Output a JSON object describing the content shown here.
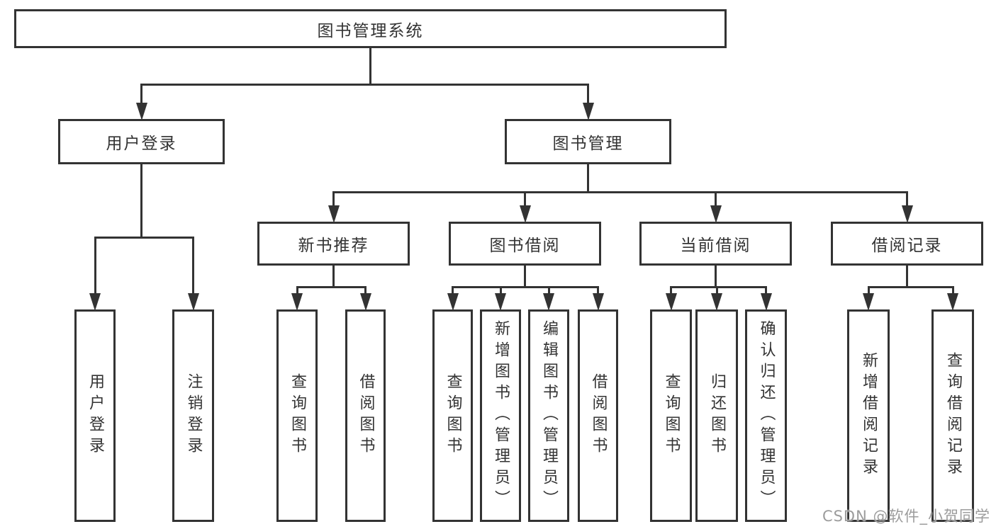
{
  "diagram_title": "图书管理系统",
  "nodes": [
    {
      "id": "root",
      "label": "图书管理系统",
      "orient": "h",
      "parent": null
    },
    {
      "id": "login",
      "label": "用户登录",
      "orient": "h",
      "parent": "root"
    },
    {
      "id": "mgmt",
      "label": "图书管理",
      "orient": "h",
      "parent": "root"
    },
    {
      "id": "newrec",
      "label": "新书推荐",
      "orient": "h",
      "parent": "mgmt"
    },
    {
      "id": "borrow",
      "label": "图书借阅",
      "orient": "h",
      "parent": "mgmt"
    },
    {
      "id": "current",
      "label": "当前借阅",
      "orient": "h",
      "parent": "mgmt"
    },
    {
      "id": "records",
      "label": "借阅记录",
      "orient": "h",
      "parent": "mgmt"
    },
    {
      "id": "login-do",
      "label": "用户登录",
      "orient": "v",
      "parent": "login"
    },
    {
      "id": "logout",
      "label": "注销登录",
      "orient": "v",
      "parent": "login"
    },
    {
      "id": "nr-query",
      "label": "查询图书",
      "orient": "v",
      "parent": "newrec"
    },
    {
      "id": "nr-borrow",
      "label": "借阅图书",
      "orient": "v",
      "parent": "newrec"
    },
    {
      "id": "b-query",
      "label": "查询图书",
      "orient": "v",
      "parent": "borrow"
    },
    {
      "id": "b-add",
      "label": "新增图书（管理员）",
      "orient": "v",
      "parent": "borrow"
    },
    {
      "id": "b-edit",
      "label": "编辑图书（管理员）",
      "orient": "v",
      "parent": "borrow"
    },
    {
      "id": "b-borrow",
      "label": "借阅图书",
      "orient": "v",
      "parent": "borrow"
    },
    {
      "id": "c-query",
      "label": "查询图书",
      "orient": "v",
      "parent": "current"
    },
    {
      "id": "c-return",
      "label": "归还图书",
      "orient": "v",
      "parent": "current"
    },
    {
      "id": "c-confirm",
      "label": "确认归还（管理员）",
      "orient": "v",
      "parent": "current"
    },
    {
      "id": "r-add",
      "label": "新增借阅记录",
      "orient": "v",
      "parent": "records"
    },
    {
      "id": "r-query",
      "label": "查询借阅记录",
      "orient": "v",
      "parent": "records"
    }
  ],
  "watermark": "CSDN @软件_小贺同学",
  "colors": {
    "line": "#333333",
    "box_border": "#333333",
    "box_fill": "#ffffff",
    "text": "#333333",
    "watermark_text": "#9c9c9c"
  }
}
